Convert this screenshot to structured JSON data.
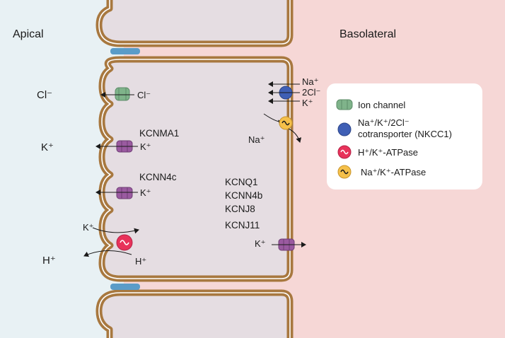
{
  "regions": {
    "apical": "Apical",
    "basolateral": "Basolateral"
  },
  "apical_ions": {
    "cl": "Cl⁻",
    "k": "K⁺",
    "h": "H⁺"
  },
  "channel_labels": {
    "cl_out": "Cl⁻",
    "kcnma1": "KCNMA1",
    "kcnma1_k": "K⁺",
    "kcnn4c": "KCNN4c",
    "kcnn4c_k": "K⁺",
    "atpase_k": "K⁺",
    "atpase_h": "H⁺"
  },
  "basolateral_labels": {
    "nkcc_na": "Na⁺",
    "nkcc_cl": "2Cl⁻",
    "nkcc_k": "K⁺",
    "pump_na": "Na⁺",
    "channel_k": "K⁺"
  },
  "basolateral_genes": [
    "KCNQ1",
    "KCNN4b",
    "KCNJ8",
    "KCNJ11"
  ],
  "legend": {
    "items": [
      {
        "icon": "ion-channel-icon",
        "label": "Ion channel",
        "color": "#7fb38a"
      },
      {
        "icon": "nkcc1-icon",
        "label": "Na⁺/K⁺/2Cl⁻",
        "label2": "cotransporter (NKCC1)",
        "color": "#3f5fb5"
      },
      {
        "icon": "h-k-atpase-icon",
        "label": "H⁺/K⁺-ATPase",
        "color": "#e8325a"
      },
      {
        "icon": "na-k-atpase-icon",
        "label": "Na⁺/K⁺-ATPase",
        "color": "#f5c04a"
      }
    ]
  },
  "colors": {
    "apical_bg": "#e8f1f4",
    "basolateral_bg": "#f6d7d6",
    "cytoplasm": "#e5dde2",
    "membrane": "#a8783f",
    "tight_junction": "#5a9cc8",
    "k_channel": "#9a5aa0"
  }
}
